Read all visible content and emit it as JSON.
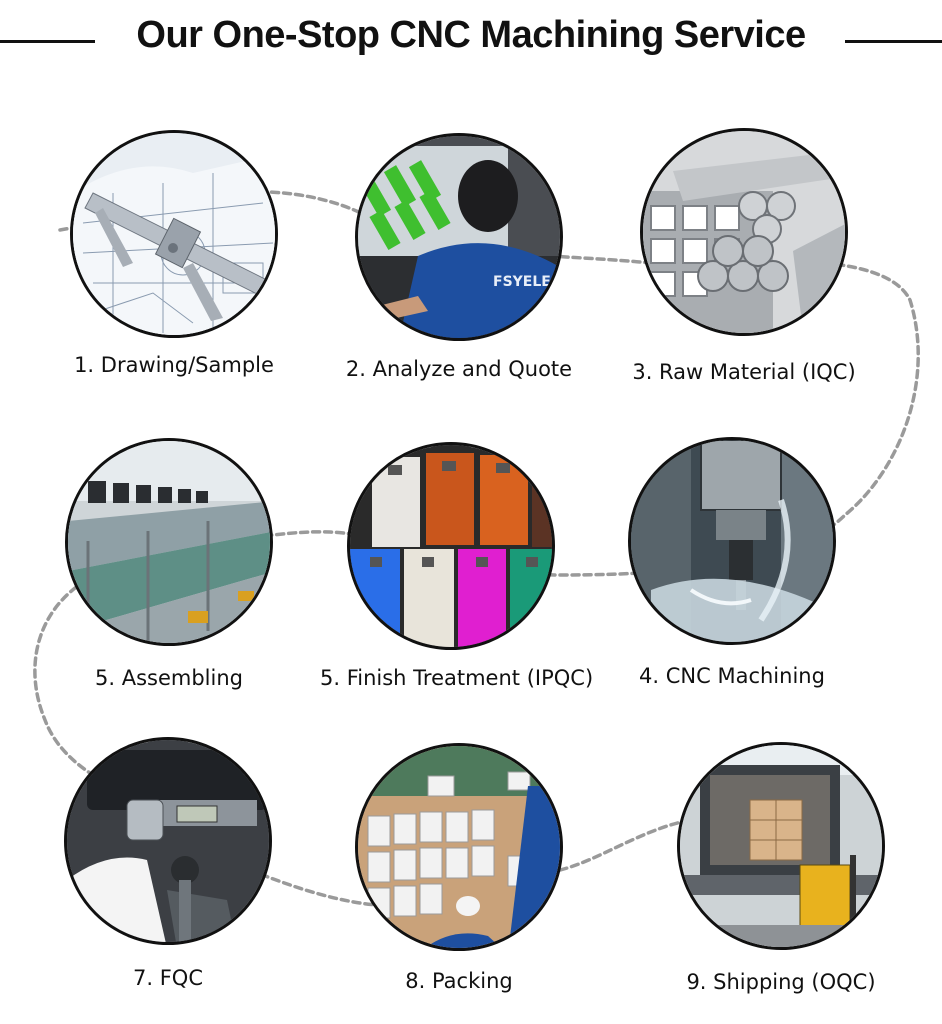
{
  "header": {
    "title": "Our One-Stop CNC Machining Service"
  },
  "steps": [
    {
      "label": "1. Drawing/Sample",
      "scene": "drawing"
    },
    {
      "label": "2. Analyze and Quote",
      "scene": "engineer"
    },
    {
      "label": "3. Raw Material (IQC)",
      "scene": "material"
    },
    {
      "label": "4. CNC Machining",
      "scene": "cnc"
    },
    {
      "label": "5. Finish Treatment (IPQC)",
      "scene": "finish"
    },
    {
      "label": "5. Assembling",
      "scene": "assembly"
    },
    {
      "label": "7. FQC",
      "scene": "fqc"
    },
    {
      "label": "8. Packing",
      "scene": "packing"
    },
    {
      "label": "9. Shipping (OQC)",
      "scene": "shipping"
    }
  ],
  "engineer_shirt_text": "FSYELEC",
  "colors": {
    "outline": "#111111",
    "connector": "#9a9a9a",
    "workwear_blue": "#1e4fa0",
    "finish_swatches": [
      "#e8e6e2",
      "#c9561c",
      "#d9621f",
      "#5b3324",
      "#2a6ee8",
      "#e8e4da",
      "#e01fd0",
      "#1a9a78"
    ]
  }
}
